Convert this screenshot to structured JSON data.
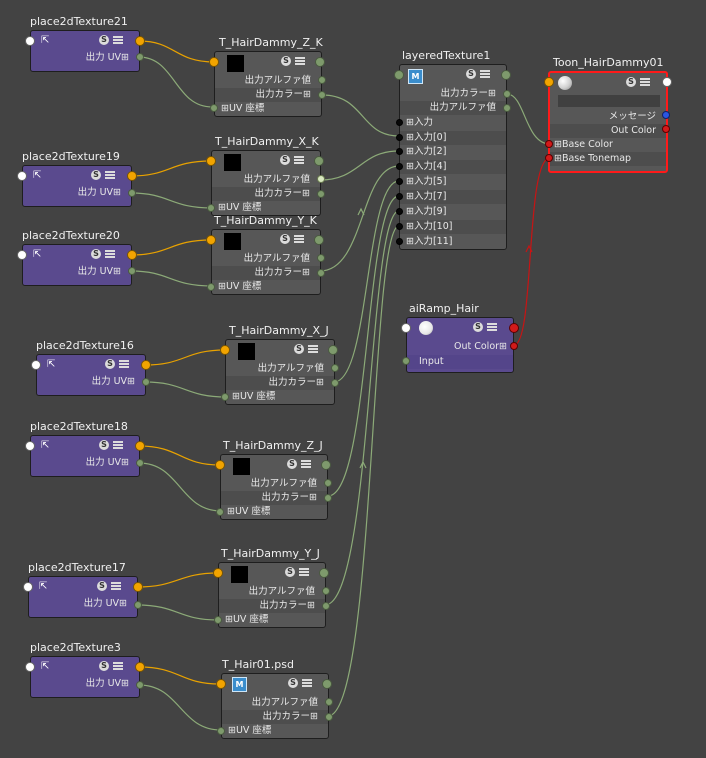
{
  "texture_nodes": [
    {
      "name": "T_HairDammy_Z_K",
      "alpha": "出力アルファ値",
      "color": "出力カラー⊞",
      "uv": "⊞UV 座標"
    },
    {
      "name": "T_HairDammy_X_K",
      "alpha": "出力アルファ値",
      "color": "出力カラー⊞",
      "uv": "⊞UV 座標"
    },
    {
      "name": "T_HairDammy_Y_K",
      "alpha": "出力アルファ値",
      "color": "出力カラー⊞",
      "uv": "⊞UV 座標"
    },
    {
      "name": "T_HairDammy_X_J",
      "alpha": "出力アルファ値",
      "color": "出力カラー⊞",
      "uv": "⊞UV 座標"
    },
    {
      "name": "T_HairDammy_Z_J",
      "alpha": "出力アルファ値",
      "color": "出力カラー⊞",
      "uv": "⊞UV 座標"
    },
    {
      "name": "T_HairDammy_Y_J",
      "alpha": "出力アルファ値",
      "color": "出力カラー⊞",
      "uv": "⊞UV 座標"
    },
    {
      "name": "T_Hair01.psd",
      "alpha": "出力アルファ値",
      "color": "出力カラー⊞",
      "uv": "⊞UV 座標"
    }
  ],
  "place2d_nodes": [
    {
      "name": "place2dTexture21",
      "out_uv": "出力 UV⊞"
    },
    {
      "name": "place2dTexture19",
      "out_uv": "出力 UV⊞"
    },
    {
      "name": "place2dTexture20",
      "out_uv": "出力 UV⊞"
    },
    {
      "name": "place2dTexture16",
      "out_uv": "出力 UV⊞"
    },
    {
      "name": "place2dTexture18",
      "out_uv": "出力 UV⊞"
    },
    {
      "name": "place2dTexture17",
      "out_uv": "出力 UV⊞"
    },
    {
      "name": "place2dTexture3",
      "out_uv": "出力 UV⊞"
    }
  ],
  "layered": {
    "name": "layeredTexture1",
    "out_color": "出力カラー⊞",
    "out_alpha": "出力アルファ値",
    "inputs": [
      "⊞入力",
      "⊞入力[0]",
      "⊞入力[2]",
      "⊞入力[4]",
      "⊞入力[5]",
      "⊞入力[7]",
      "⊞入力[9]",
      "⊞入力[10]",
      "⊞入力[11]"
    ]
  },
  "toon": {
    "name": "Toon_HairDammy01",
    "message": "メッセージ",
    "out_color": "Out Color",
    "base_color": "⊞Base Color",
    "base_tonemap": "⊞Base Tonemap"
  },
  "ramp": {
    "name": "aiRamp_Hair",
    "out_color": "Out Color⊞",
    "input": "Input"
  },
  "icons": {
    "texture": "black-swatch",
    "place2d": "place2d-icon",
    "file": "maya-file-icon",
    "shader": "sphere-icon",
    "settings": "settings-icon",
    "list": "list-icon"
  },
  "colors": {
    "background": "#434343",
    "purple_node": "#5a4a8e",
    "grey_node": "#575757",
    "selected": "#ff1a1a",
    "uv_plug": "#f2a400",
    "wire_yellow": "#e8a200",
    "wire_green": "#8caa78",
    "wire_red": "#c81414"
  }
}
